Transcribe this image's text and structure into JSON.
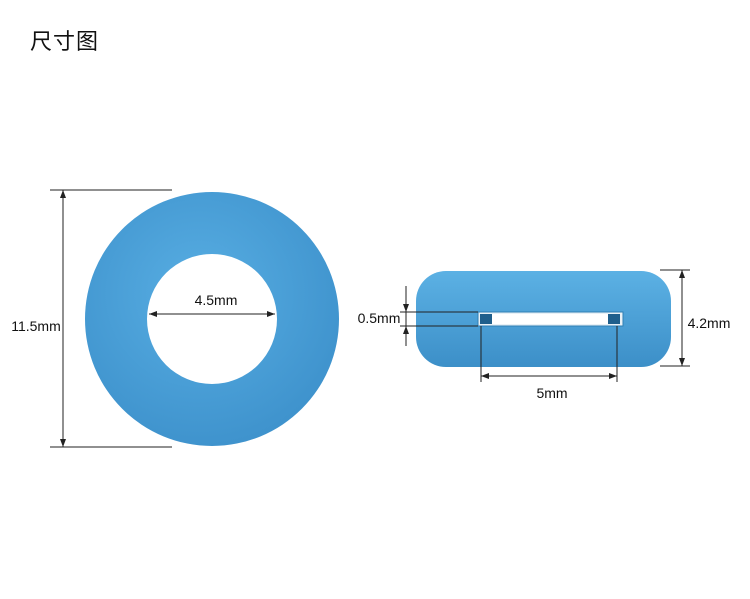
{
  "title": "尺寸图",
  "ring_color": "#4a9fd6",
  "ring_shade": "#3a8cc4",
  "dimensions": {
    "outer_diameter": "11.5mm",
    "inner_diameter": "4.5mm",
    "groove_width": "0.5mm",
    "thickness": "4.2mm",
    "groove_length": "5mm"
  }
}
